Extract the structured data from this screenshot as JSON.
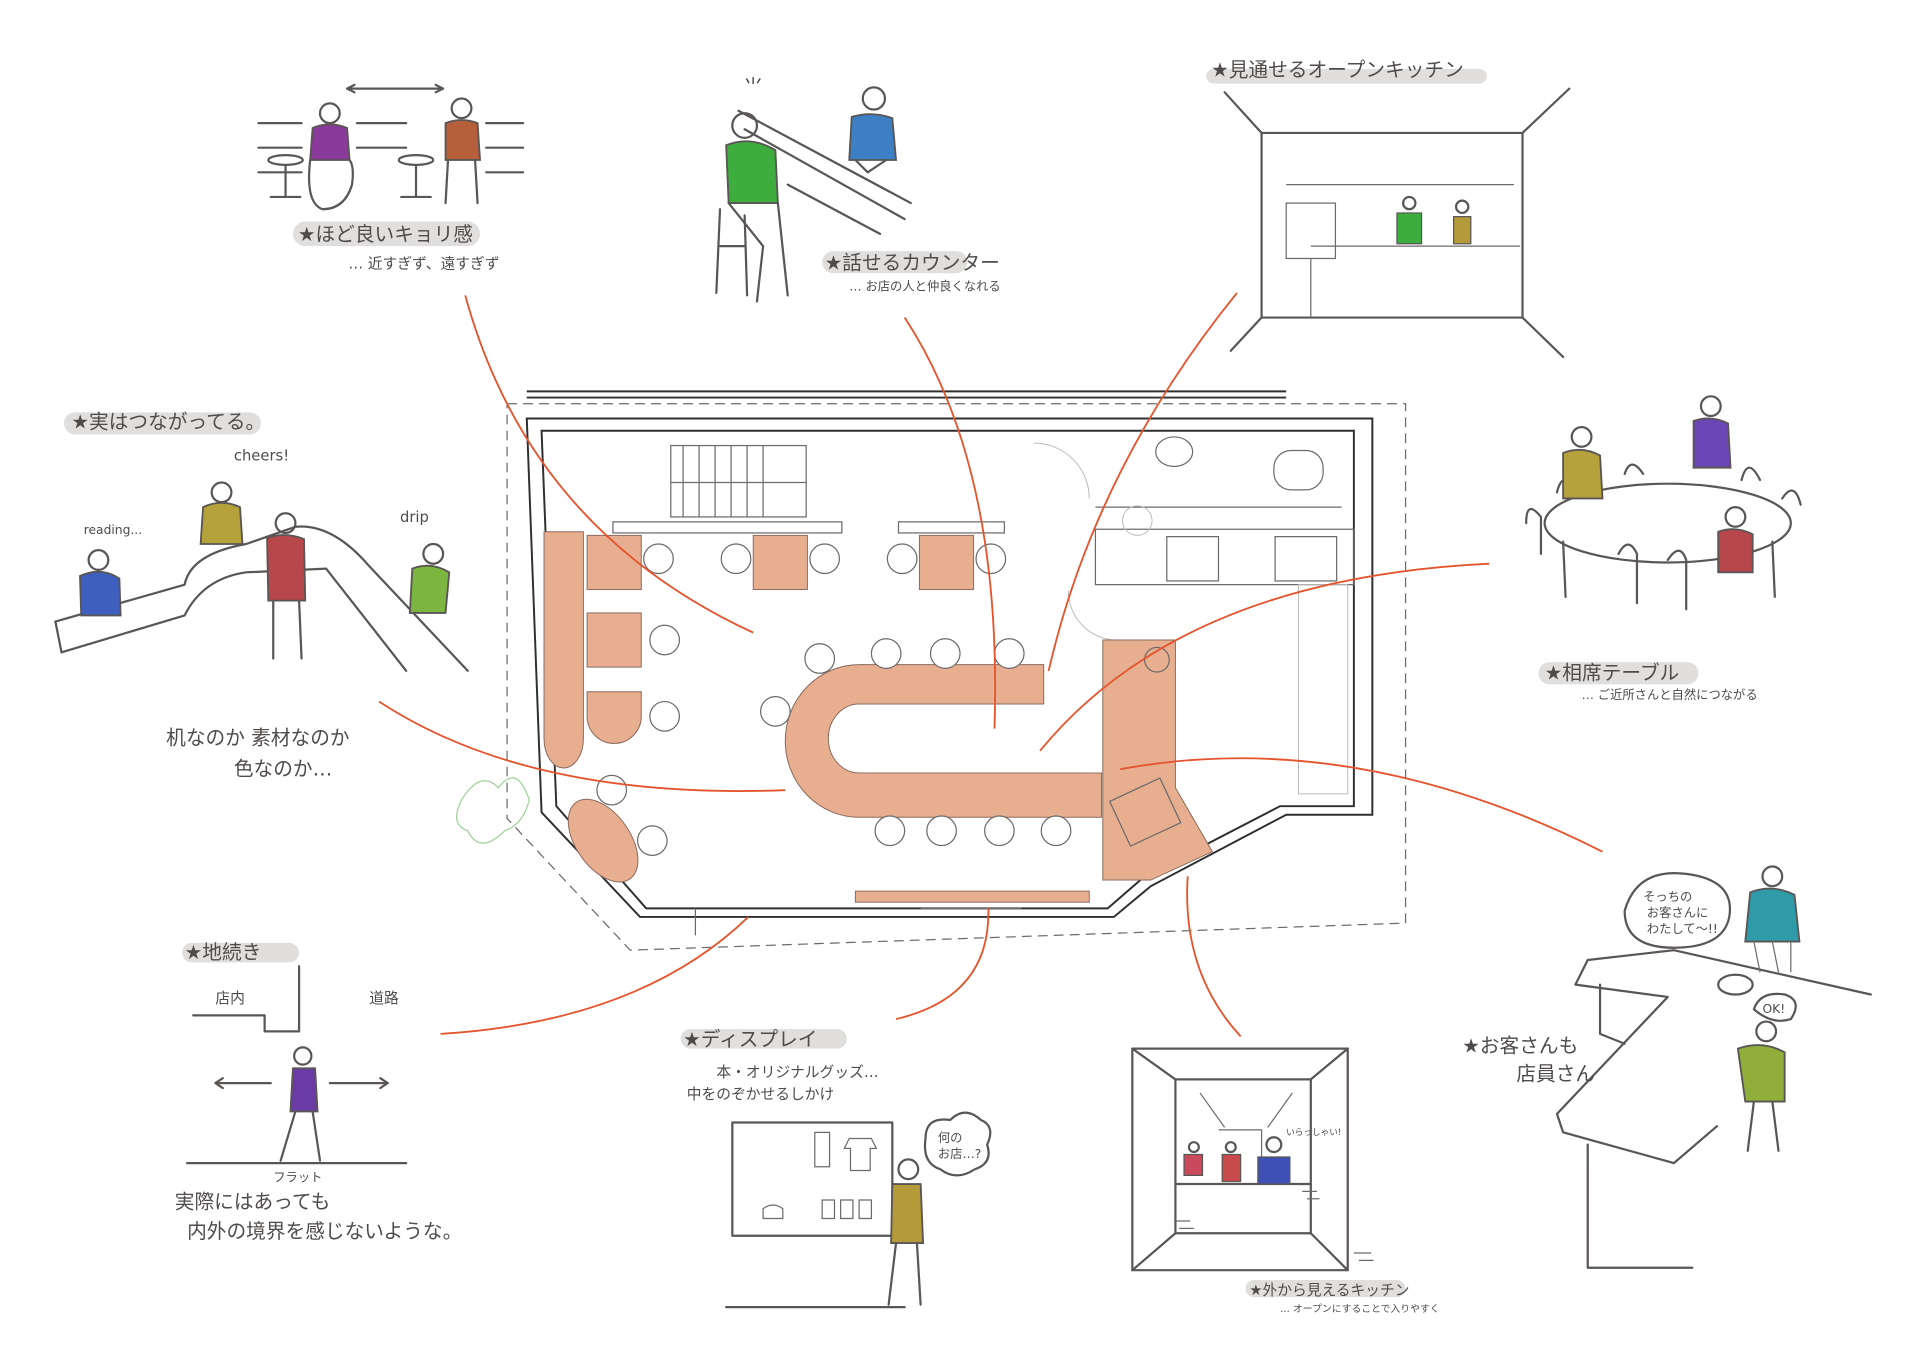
{
  "colors": {
    "wood": "#e8ae90",
    "leader": "#e4552e",
    "highlight": "#e1dfde",
    "ink": "#5a5655"
  },
  "notes": {
    "distance": {
      "title": "★ほど良いキョリ感",
      "sub": "… 近すぎず、遠すぎず"
    },
    "counter": {
      "title": "★話せるカウンター",
      "sub": "… お店の人と仲良くなれる"
    },
    "open_kitchen": {
      "title": "★見通せるオープンキッチン"
    },
    "connected": {
      "title": "★実はつながってる。",
      "cheers": "cheers!",
      "reading": "reading...",
      "drip": "drip",
      "caption_1": "机なのか 素材なのか",
      "caption_2": "色なのか…"
    },
    "shared_table": {
      "title": "★相席テーブル",
      "sub": "… ご近所さんと自然につながる"
    },
    "continuous_ground": {
      "title": "★地続き",
      "inside": "店内",
      "road": "道路",
      "flat": "フラット",
      "caption_1": "実際にはあっても",
      "caption_2": "内外の境界を感じないような。"
    },
    "display": {
      "title": "★ディスプレイ",
      "sub_1": "本・オリジナルグッズ…",
      "sub_2": "中をのぞかせるしかけ",
      "bubble_1": "何の",
      "bubble_2": "お店…?"
    },
    "visible_kitchen": {
      "title": "★外から見えるキッチン",
      "sub": "… オープンにすることで入りやすく",
      "bubble": "いらっしゃい!"
    },
    "customers_staff": {
      "title_1": "★お客さんも",
      "title_2": "店員さん",
      "bubble_1": "そっちの",
      "bubble_2": "お客さんに",
      "bubble_3": "わたして〜!!",
      "reply": "OK!"
    }
  }
}
